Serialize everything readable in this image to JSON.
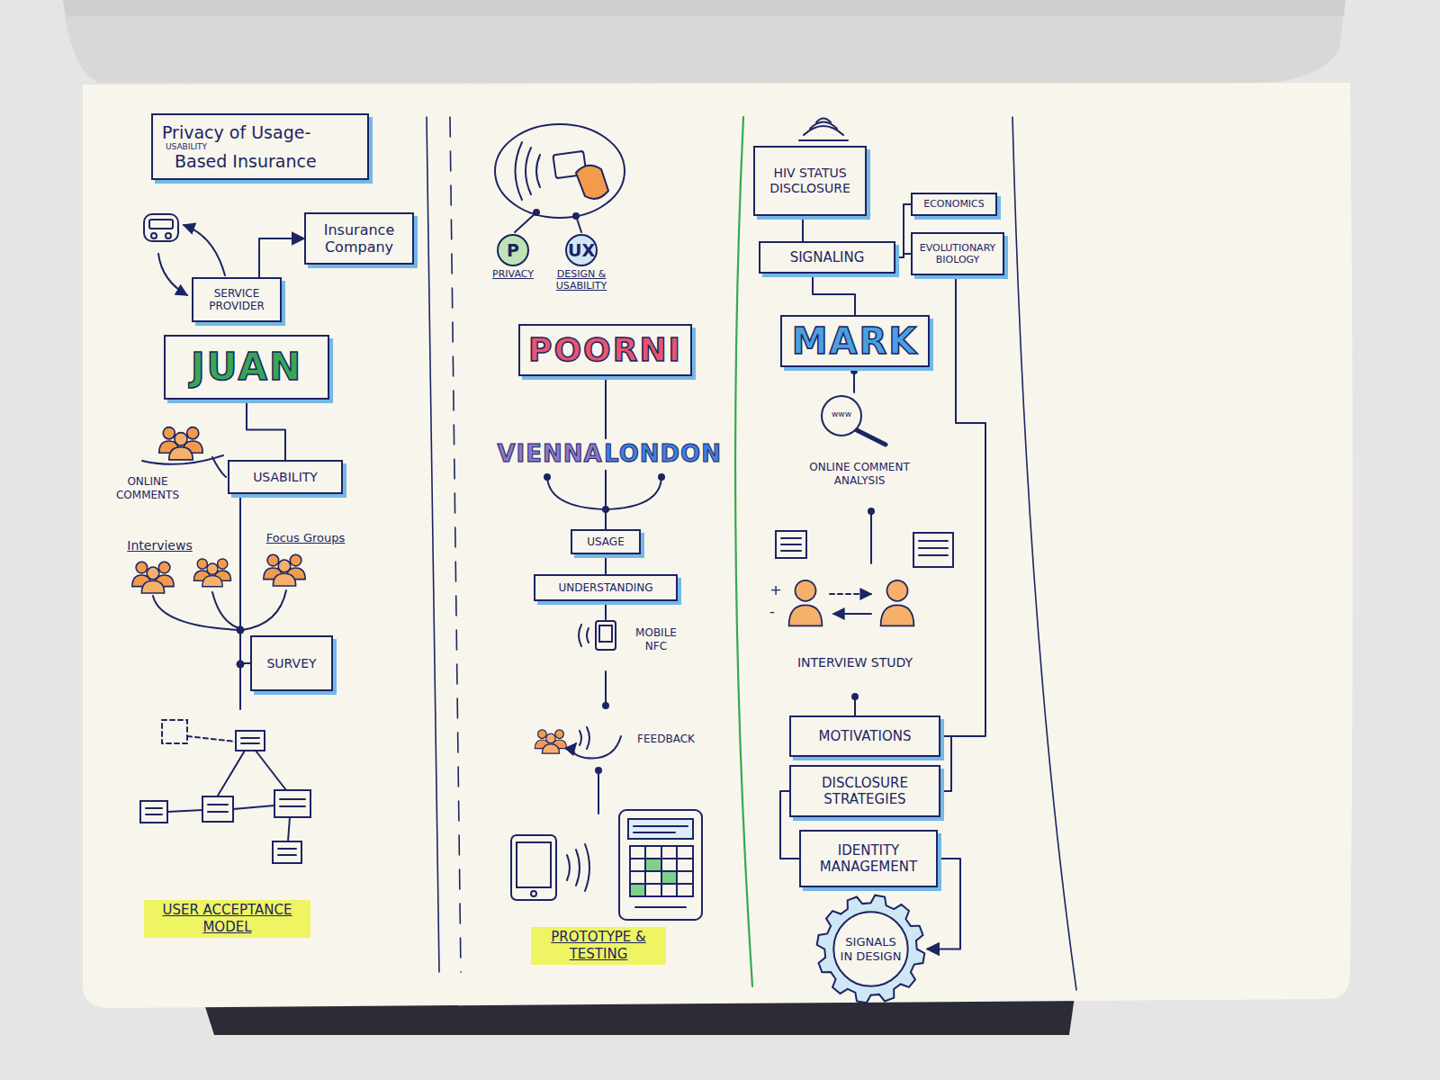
{
  "diagram": {
    "nodes": [
      {
        "text": [
          "Privacy of Usage-",
          "USABILITY",
          "Based Insurance"
        ]
      },
      {
        "text": [
          "Insurance Company"
        ]
      },
      {
        "text": [
          "SERVICE PROVIDER"
        ]
      },
      {
        "text": [
          "JUAN"
        ]
      },
      {
        "text": [
          "USABILITY"
        ]
      },
      {
        "text": [
          "SURVEY"
        ]
      },
      {
        "text": [
          "P",
          "PRIVACY"
        ]
      },
      {
        "text": [
          "UX",
          "DESIGN & USABILITY"
        ]
      },
      {
        "text": [
          "POORNI"
        ]
      },
      {
        "text": [
          "USAGE"
        ]
      },
      {
        "text": [
          "UNDERSTANDING"
        ]
      },
      {
        "text": [
          "HIV STATUS DISCLOSURE"
        ]
      },
      {
        "text": [
          "SIGNALING"
        ]
      },
      {
        "text": [
          "ECONOMICS"
        ]
      },
      {
        "text": [
          "EVOLUTIONARY BIOLOGY"
        ]
      },
      {
        "text": [
          "MARK"
        ]
      },
      {
        "text": [
          "MOTIVATIONS"
        ]
      },
      {
        "text": [
          "DISCLOSURE STRATEGIES"
        ]
      },
      {
        "text": [
          "IDENTITY MANAGEMENT"
        ]
      },
      {
        "text": [
          "SIGNALS IN DESIGN"
        ]
      }
    ],
    "edges": [
      {
        "from": 2,
        "to": 1,
        "arrow": "to"
      },
      {
        "from": 3,
        "to": 4,
        "arrow": "none"
      },
      {
        "from": 4,
        "to": 5,
        "arrow": "none"
      },
      {
        "from": 8,
        "to": 9,
        "arrow": "none"
      },
      {
        "from": 9,
        "to": 10,
        "arrow": "none"
      },
      {
        "from": 11,
        "to": 12,
        "arrow": "none"
      },
      {
        "from": 12,
        "to": 13,
        "arrow": "none"
      },
      {
        "from": 12,
        "to": 14,
        "arrow": "none"
      },
      {
        "from": 12,
        "to": 15,
        "arrow": "none"
      },
      {
        "from": 14,
        "to": 16,
        "arrow": "none"
      },
      {
        "from": 16,
        "to": 17,
        "arrow": "none"
      },
      {
        "from": 17,
        "to": 18,
        "arrow": "none"
      },
      {
        "from": 18,
        "to": 19,
        "arrow": "to"
      }
    ],
    "labels": [
      "ONLINE COMMENTS",
      "Interviews",
      "Focus Groups",
      "USER ACCEPTANCE MODEL",
      "VIENNA",
      "LONDON",
      "MOBILE NFC",
      "FEEDBACK",
      "PROTOTYPE & TESTING",
      "www",
      "ONLINE COMMENT ANALYSIS",
      "+",
      "-",
      "INTERVIEW STUDY"
    ]
  }
}
